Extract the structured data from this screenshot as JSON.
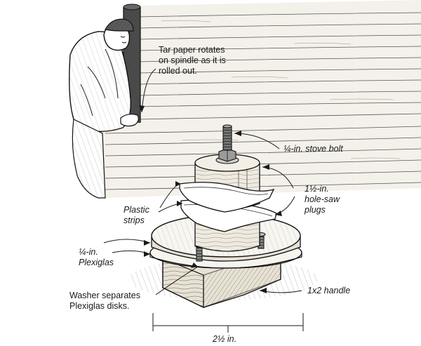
{
  "labels": {
    "tar_paper": "Tar paper rotates\non spindle as it is\nrolled out.",
    "stove_bolt": "¼-in. stove bolt",
    "hole_saw": "1½-in.\nhole-saw\nplugs",
    "plastic": "Plastic\nstrips",
    "plexiglas": "¼-in.\nPlexiglas",
    "washer": "Washer separates\nPlexiglas disks.",
    "handle": "1x2 handle",
    "dimension": "2½ in."
  },
  "colors": {
    "ink": "#1a1a1a",
    "wood": "#d9d2c3",
    "shade": "#a8a093",
    "paper": "#ffffff"
  }
}
